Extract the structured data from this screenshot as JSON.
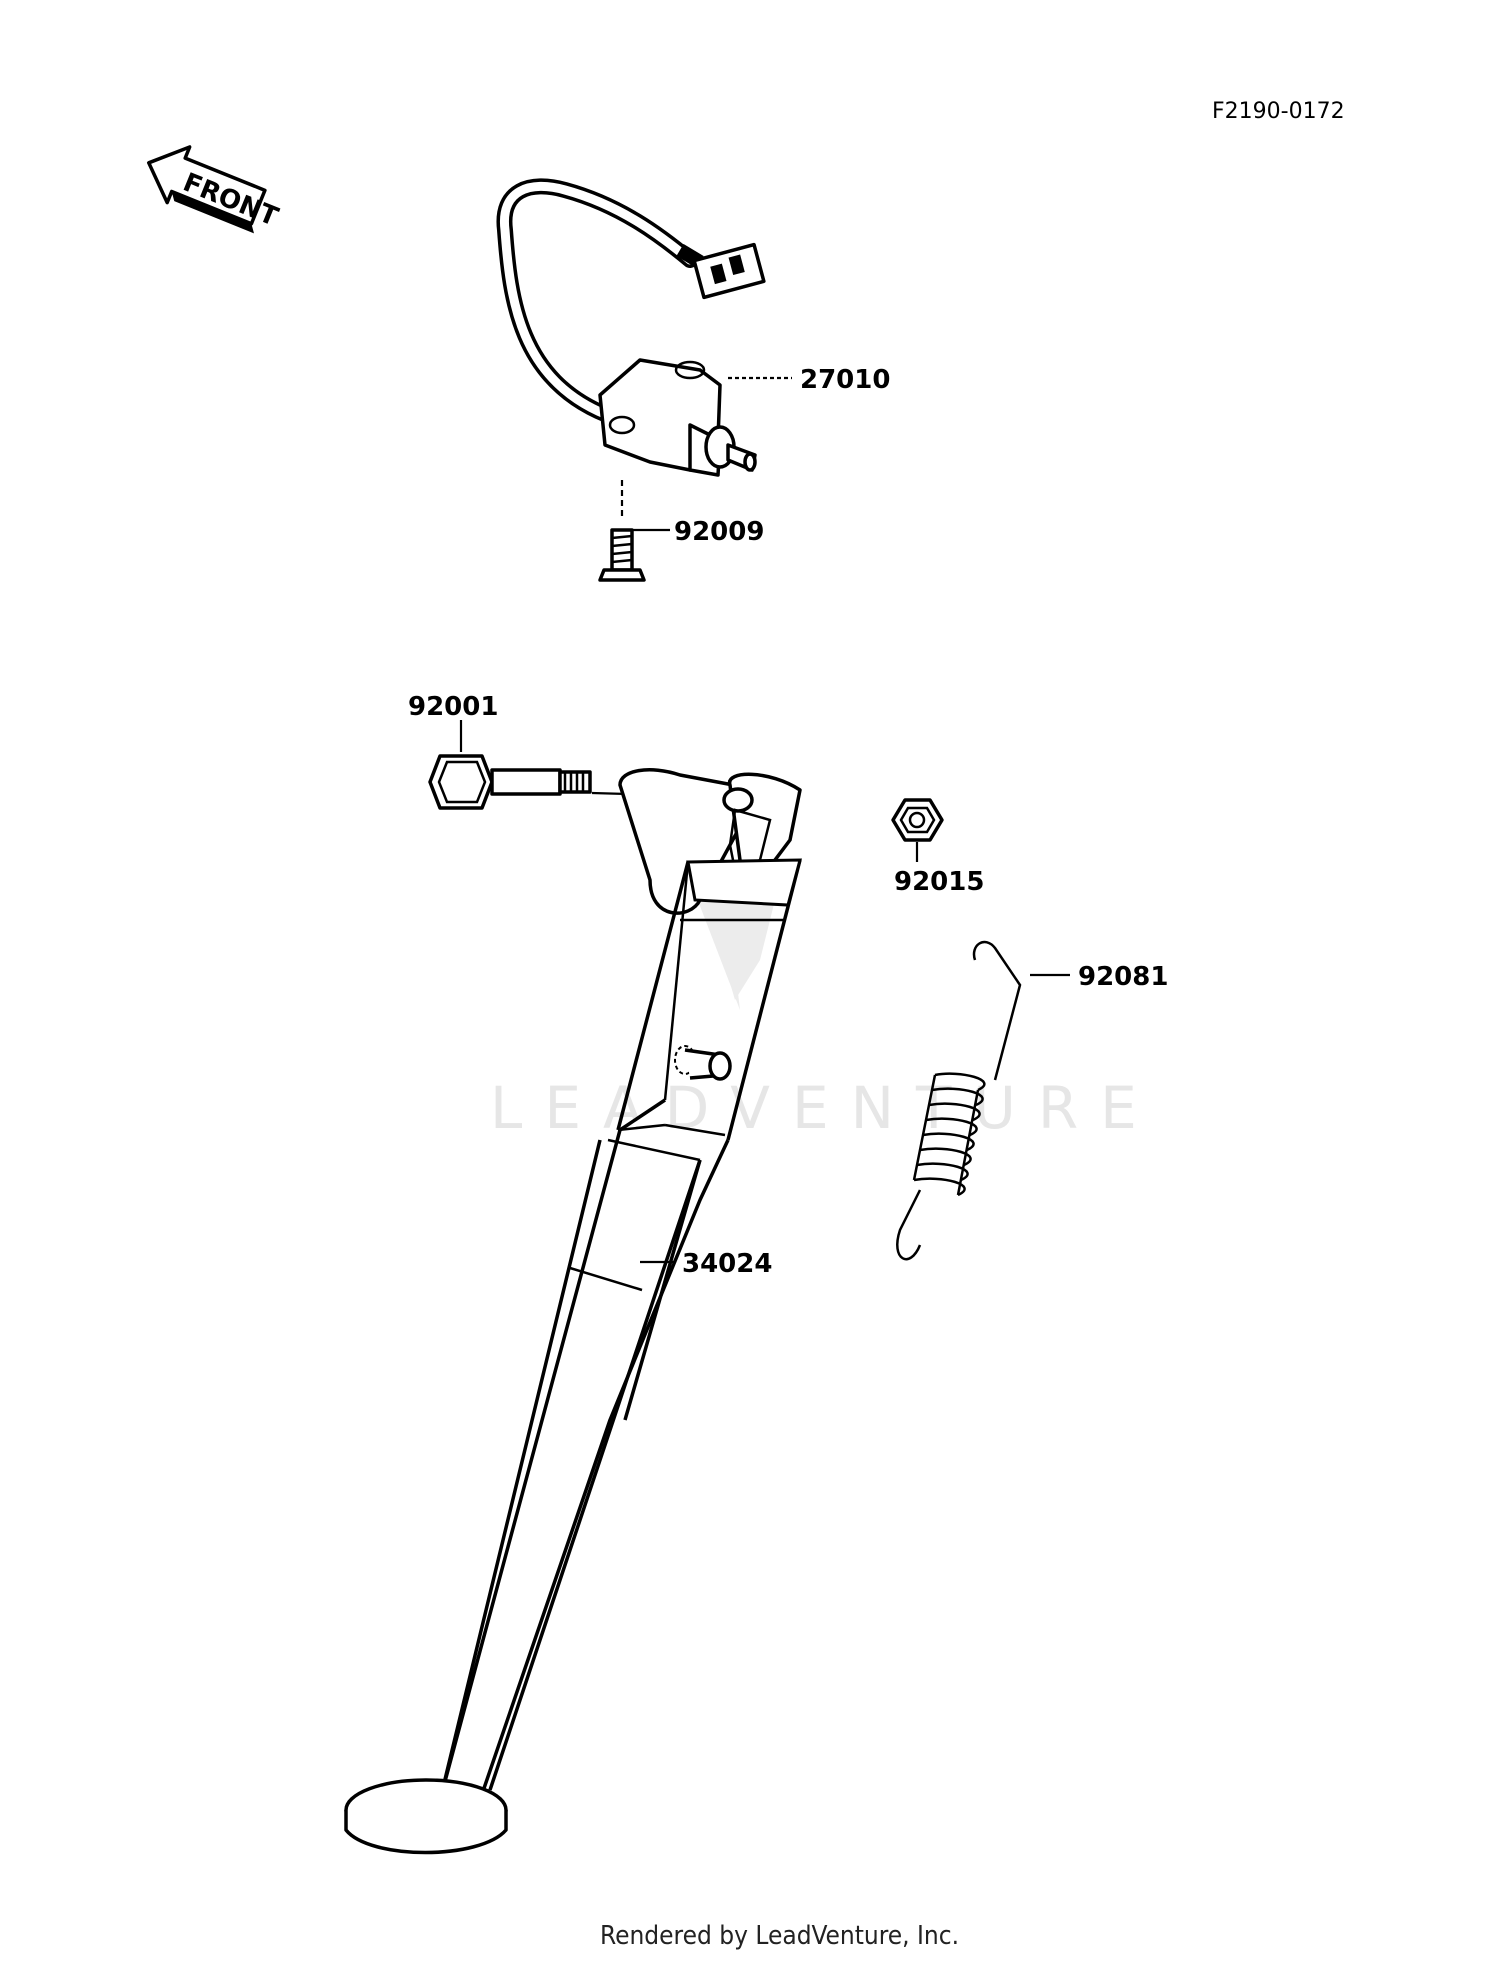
{
  "diagram_code": "F2190-0172",
  "front_label": "FRONT",
  "watermark": "LEADVENTURE",
  "footer": "Rendered by LeadVenture, Inc.",
  "parts": [
    {
      "id": "switch",
      "number": "27010"
    },
    {
      "id": "switch-screw",
      "number": "92009"
    },
    {
      "id": "pivot-bolt",
      "number": "92001"
    },
    {
      "id": "nut",
      "number": "92015"
    },
    {
      "id": "spring",
      "number": "92081"
    },
    {
      "id": "side-stand",
      "number": "34024"
    }
  ]
}
